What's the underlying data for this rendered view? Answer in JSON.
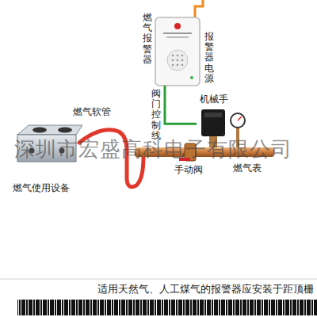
{
  "diagram": {
    "caption": "适用天然气、人工煤气的报警器应安装于距顶栅",
    "nodes": [
      {
        "text": [
          "燃气报警器"
        ]
      },
      {
        "text": [
          "机械手"
        ]
      },
      {
        "text": [
          "燃气使用设备"
        ]
      }
    ],
    "edges": [
      {
        "from": 0,
        "to": 1,
        "arrow": "none",
        "label": "阀门控制线"
      }
    ],
    "labels": [
      "报警器电源",
      "燃气软管",
      "手动阀",
      "燃气表",
      "深圳市宏盛高科电子有限公司"
    ]
  }
}
